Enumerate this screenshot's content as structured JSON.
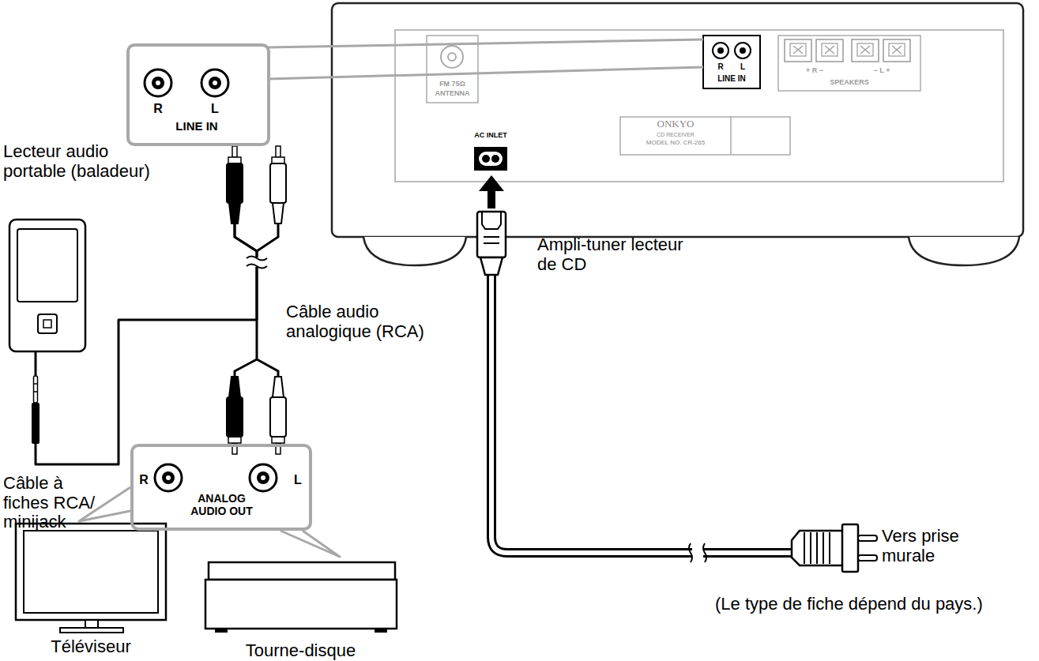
{
  "diagram": {
    "nodes": [
      {
        "text": [
          "R",
          "L",
          "LINE IN"
        ]
      },
      {
        "text": [
          "Lecteur audio portable (baladeur)"
        ]
      },
      {
        "text": [
          "R",
          "L",
          "ANALOG AUDIO OUT"
        ]
      },
      {
        "text": [
          "Téléviseur"
        ]
      },
      {
        "text": [
          "Tourne-disque"
        ]
      }
    ],
    "edges": [
      {
        "from": 0,
        "to": 1,
        "label": "Câble à fiches RCA/ minijack",
        "arrow": "none"
      },
      {
        "from": 0,
        "to": 2,
        "label": "Câble audio analogique (RCA)",
        "arrow": "none"
      },
      {
        "from": 2,
        "to": 3,
        "arrow": "none"
      },
      {
        "from": 2,
        "to": 4,
        "arrow": "none"
      }
    ],
    "labels": [
      "FM 75Ω",
      "ANTENNA",
      "R",
      "L",
      "LINE IN",
      "+ R −",
      "− L +",
      "SPEAKERS",
      "ONKYO",
      "CD RECEIVER",
      "MODEL NO. CR-265",
      "AC INLET",
      "Ampli-tuner lecteur de CD",
      "Vers prise murale",
      "(Le type de fiche dépend du pays.)"
    ]
  }
}
